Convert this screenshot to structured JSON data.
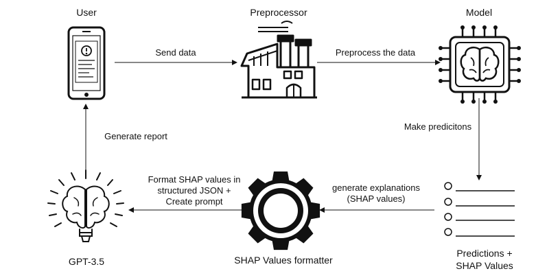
{
  "nodes": {
    "user": {
      "label": "User",
      "icon": "smartphone-document-icon"
    },
    "preprocessor": {
      "label": "Preprocessor",
      "icon": "factory-icon"
    },
    "model": {
      "label": "Model",
      "icon": "brain-chip-icon"
    },
    "predictions": {
      "label_line1": "Predictions +",
      "label_line2": "SHAP Values",
      "icon": "checklist-icon"
    },
    "formatter": {
      "label": "SHAP Values formatter",
      "icon": "gear-icon"
    },
    "gpt": {
      "label": "GPT-3.5",
      "icon": "brain-lightbulb-icon"
    }
  },
  "edges": {
    "send_data": "Send data",
    "preprocess": "Preprocess the data",
    "predict": "Make predicitons",
    "explain_line1": "generate explanations",
    "explain_line2": "(SHAP values)",
    "format_line1": "Format SHAP values in",
    "format_line2": "structured JSON +",
    "format_line3": "Create prompt",
    "report": "Generate report"
  },
  "colors": {
    "stroke": "#111111",
    "background": "#ffffff"
  }
}
